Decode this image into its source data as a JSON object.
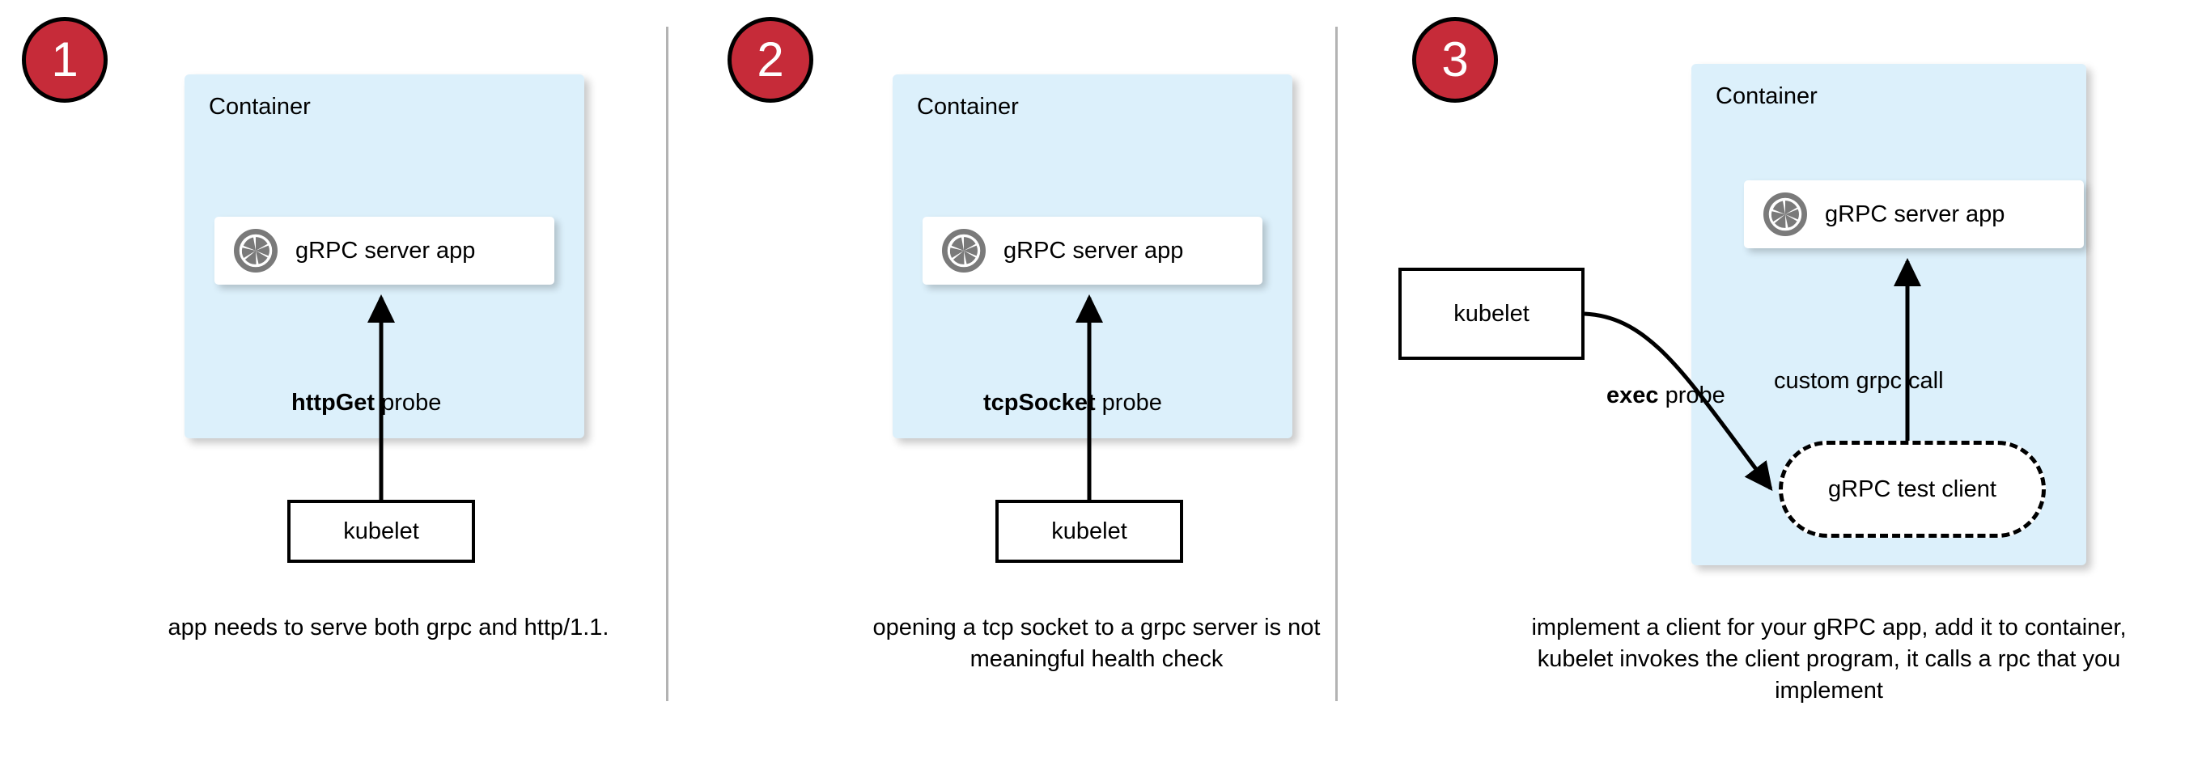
{
  "diagram": {
    "title_colors": {
      "badge_fill": "#c62b39",
      "badge_text": "#ffffff",
      "container_fill": "#dcf0fb",
      "card_fill": "#ffffff",
      "divider": "#b3b3b3",
      "icon_gray": "#7a7a7a",
      "stroke": "#000000"
    },
    "panels": [
      {
        "badge": "1",
        "container_label": "Container",
        "app_label": "gRPC server app",
        "app_icon": "aperture-icon",
        "probe_bold": "httpGet",
        "probe_rest": " probe",
        "kubelet_label": "kubelet",
        "caption": "app needs to serve both grpc and http/1.1."
      },
      {
        "badge": "2",
        "container_label": "Container",
        "app_label": "gRPC server app",
        "app_icon": "aperture-icon",
        "probe_bold": "tcpSocket",
        "probe_rest": " probe",
        "kubelet_label": "kubelet",
        "caption": "opening a tcp socket to a grpc server is not meaningful health check"
      },
      {
        "badge": "3",
        "container_label": "Container",
        "app_label": "gRPC server app",
        "app_icon": "aperture-icon",
        "probe_bold": "exec",
        "probe_rest": " probe",
        "inner_call_label": "custom grpc call",
        "test_client_label": "gRPC test client",
        "kubelet_label": "kubelet",
        "caption": "implement a client for your gRPC app, add it to container, kubelet invokes the client program, it calls a rpc that you implement"
      }
    ]
  }
}
